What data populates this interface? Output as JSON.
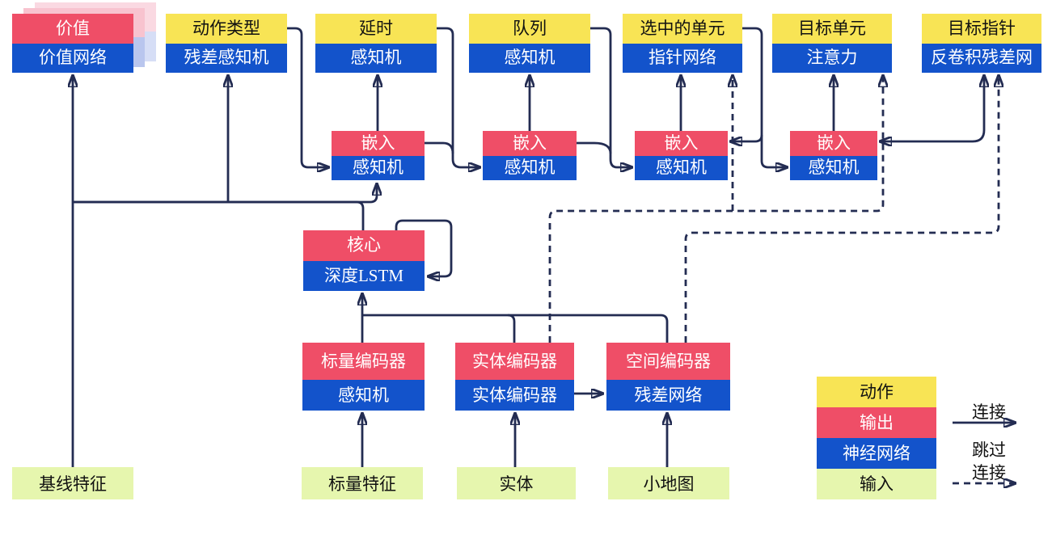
{
  "nodes": {
    "value": {
      "top": "价值",
      "bottom": "价值网络"
    },
    "action_type": {
      "top": "动作类型",
      "bottom": "残差感知机"
    },
    "delay": {
      "top": "延时",
      "bottom": "感知机"
    },
    "queue": {
      "top": "队列",
      "bottom": "感知机"
    },
    "selected_units": {
      "top": "选中的单元",
      "bottom": "指针网络"
    },
    "target_unit": {
      "top": "目标单元",
      "bottom": "注意力"
    },
    "target_pointer": {
      "top": "目标指针",
      "bottom": "反卷积残差网"
    },
    "embed1": {
      "top": "嵌入",
      "bottom": "感知机"
    },
    "embed2": {
      "top": "嵌入",
      "bottom": "感知机"
    },
    "embed3": {
      "top": "嵌入",
      "bottom": "感知机"
    },
    "embed4": {
      "top": "嵌入",
      "bottom": "感知机"
    },
    "core": {
      "top": "核心",
      "bottom": "深度LSTM"
    },
    "scalar_encoder": {
      "top": "标量编码器",
      "bottom": "感知机"
    },
    "entity_encoder": {
      "top": "实体编码器",
      "bottom": "实体编码器"
    },
    "spatial_encoder": {
      "top": "空间编码器",
      "bottom": "残差网络"
    }
  },
  "inputs": {
    "baseline_features": {
      "label": "基线特征"
    },
    "scalar_features": {
      "label": "标量特征"
    },
    "entity": {
      "label": "实体"
    },
    "minimap": {
      "label": "小地图"
    }
  },
  "legend": {
    "action": "动作",
    "output": "输出",
    "network": "神经网络",
    "input": "输入",
    "solid_connection": "连接",
    "skip_word1": "跳过",
    "skip_word2": "连接"
  },
  "colors": {
    "yellow": "#f8e455",
    "red": "#ef4e67",
    "blue": "#1353cb",
    "green": "#e6f6ae",
    "line": "#232c52",
    "shadow-pink1": "#f8c3cf",
    "shadow-blue1": "#b9c6ee",
    "shadow-pink2": "#fad9e2",
    "shadow-blue2": "#d6def6"
  }
}
